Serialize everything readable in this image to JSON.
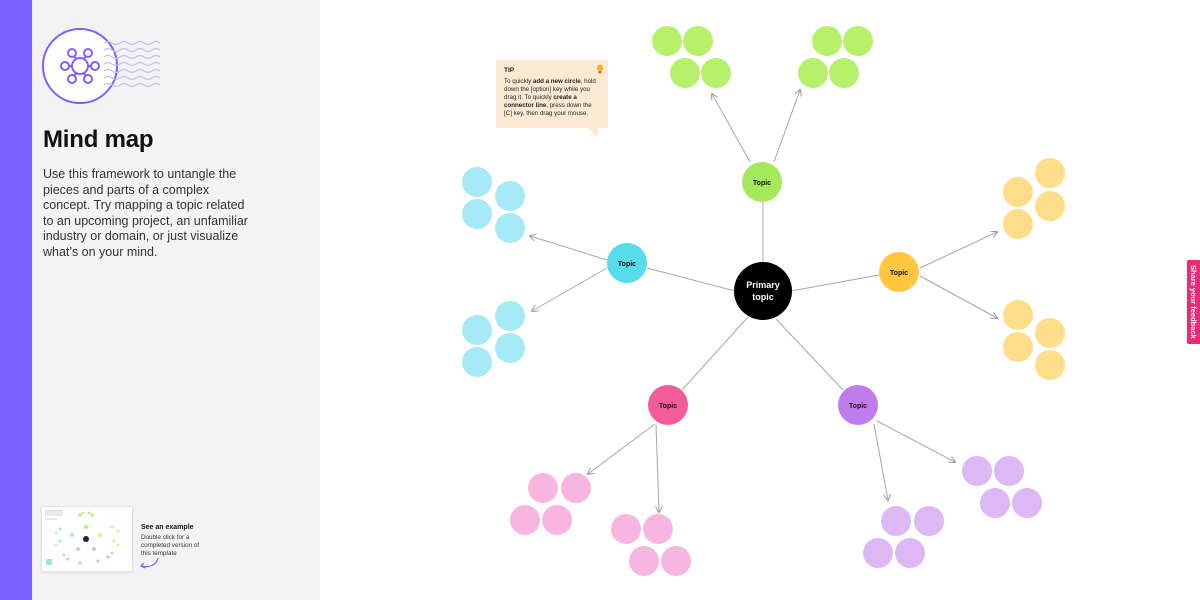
{
  "sidebar": {
    "title": "Mind map",
    "description": "Use this framework to untangle the pieces and parts of a complex concept. Try mapping a topic related to an upcoming project, an unfamiliar industry or domain, or just visualize what’s on your mind.",
    "logo_icon": "mind-map-network-icon",
    "accent_color": "#7B61FF",
    "example": {
      "title": "See an example",
      "description": "Double click for a completed version of this template"
    }
  },
  "tip": {
    "heading": "TIP",
    "text_1": "To quickly ",
    "bold_1": "add a new circle",
    "text_2": ", hold down the [option] key while you drag it. To quickly ",
    "bold_2": "create a connector line",
    "text_3": ", press down the [C] key, then drag your mouse.",
    "icon": "lightbulb-icon"
  },
  "mindmap": {
    "primary_label_line1": "Primary",
    "primary_label_line2": "topic",
    "primary_color": "#000000",
    "topics": [
      {
        "label": "Topic",
        "color": "#A6E85C",
        "light": "#B7F06A"
      },
      {
        "label": "Topic",
        "color": "#56DCEB",
        "light": "#A7EAF7"
      },
      {
        "label": "Topic",
        "color": "#FFC740",
        "light": "#FFDE8A"
      },
      {
        "label": "Topic",
        "color": "#F25C9A",
        "light": "#F7B6DF"
      },
      {
        "label": "Topic",
        "color": "#C17CEB",
        "light": "#DDB8F5"
      }
    ]
  },
  "feedback": {
    "label": "Share your feedback",
    "color": "#EC2B78"
  }
}
